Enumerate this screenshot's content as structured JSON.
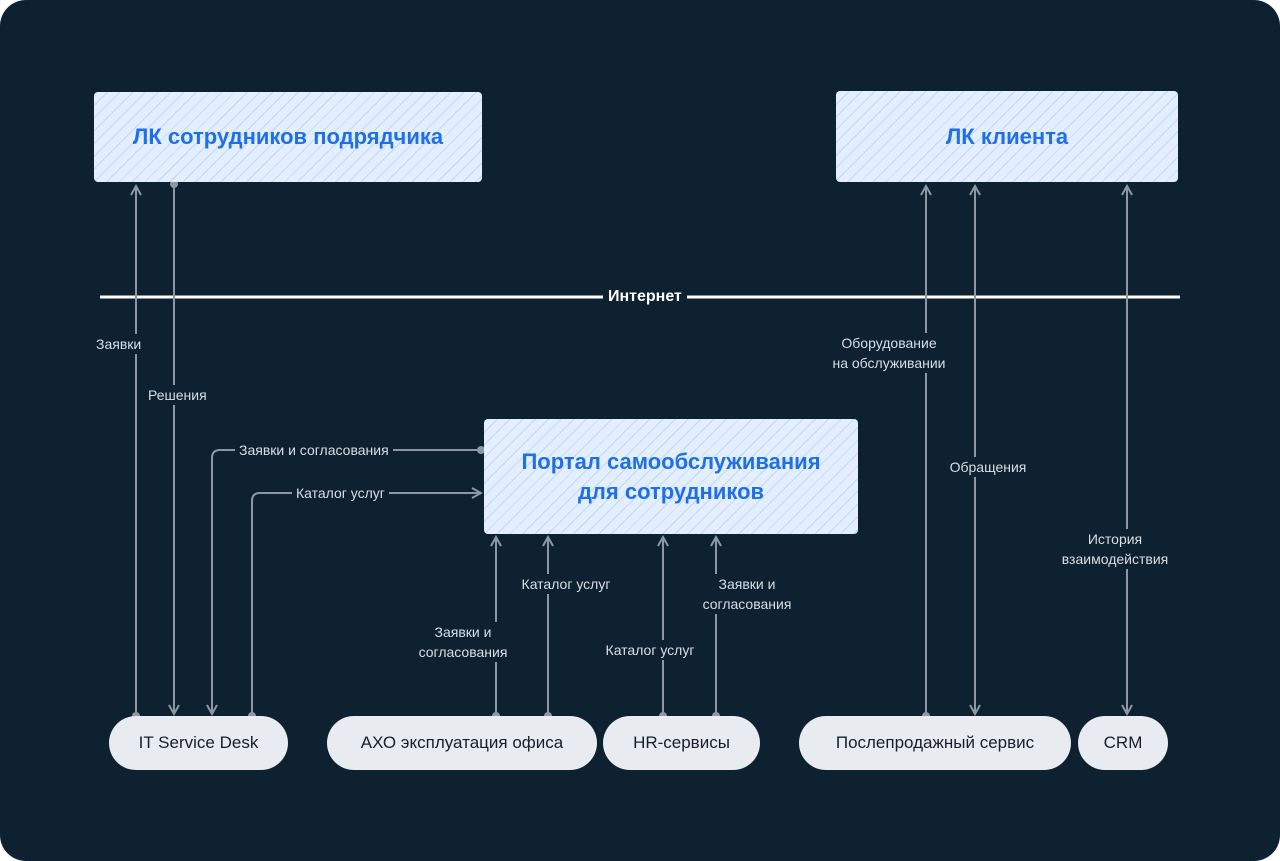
{
  "boxes": {
    "contractor_portal": "ЛК сотрудников подрядчика",
    "client_portal": "ЛК клиента",
    "self_service_line1": "Портал самообслуживания",
    "self_service_line2": "для сотрудников"
  },
  "internet_label": "Интернет",
  "systems": {
    "itsd": "IT Service Desk",
    "axo": "АХО эксплуатация офиса",
    "hr": "HR-сервисы",
    "after_sales": "Послепродажный сервис",
    "crm": "CRM"
  },
  "flows": {
    "requests": "Заявки",
    "solutions": "Решения",
    "requests_approvals_itsd": "Заявки и согласования",
    "catalog_itsd": "Каталог услуг",
    "axo_requests_l1": "Заявки и",
    "axo_requests_l2": "согласования",
    "axo_catalog": "Каталог услуг",
    "hr_catalog": "Каталог услуг",
    "hr_requests_l1": "Заявки и",
    "hr_requests_l2": "согласования",
    "equipment_l1": "Оборудование",
    "equipment_l2": "на обслуживании",
    "appeals": "Обращения",
    "history_l1": "История",
    "history_l2": "взаимодействия"
  },
  "colors": {
    "background": "#0d2131",
    "box_fill": "#e3efff",
    "box_text": "#1f6fe8",
    "pill_fill": "#e8ebef",
    "connector": "#8c98a4",
    "internet_line": "#ffffff"
  }
}
